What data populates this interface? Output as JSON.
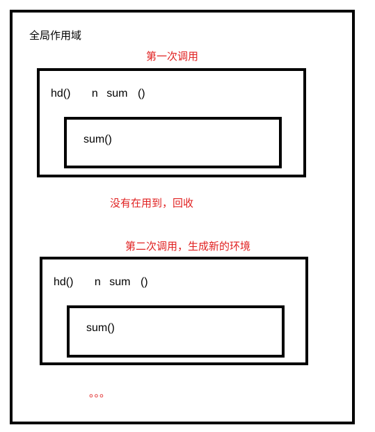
{
  "global_scope": {
    "title": "全局作用域"
  },
  "first_call": {
    "caption": "第一次调用",
    "outer": {
      "fn": "hd()",
      "var_n": "n",
      "var_sum": "sum",
      "parens": "()"
    },
    "inner": {
      "fn": "sum()"
    }
  },
  "gc_note": "没有在用到，回收",
  "second_call": {
    "caption": "第二次调用，生成新的环境",
    "outer": {
      "fn": "hd()",
      "var_n": "n",
      "var_sum": "sum",
      "parens": "()"
    },
    "inner": {
      "fn": "sum()"
    }
  },
  "ellipsis": "。。。",
  "colors": {
    "border": "#000000",
    "annotation": "#e02020",
    "text": "#000000"
  }
}
